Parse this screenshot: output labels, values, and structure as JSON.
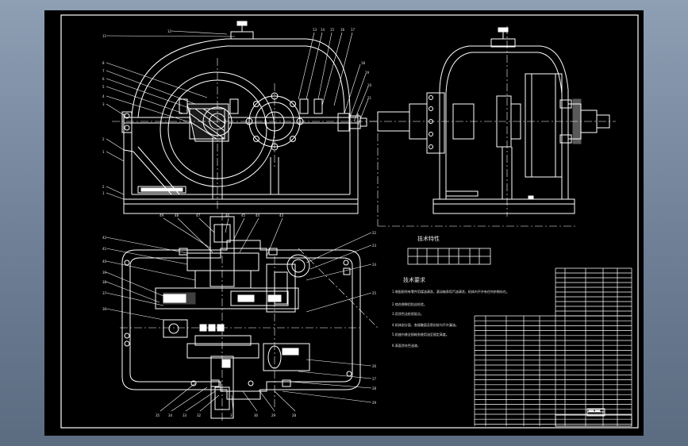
{
  "viewport": {
    "background_top": "#8e9fb4",
    "background_bottom": "#5b6b80",
    "drawing_background": "#000000"
  },
  "colors": {
    "line": "#ffffff",
    "centerline": "#ffffff"
  },
  "drawing": {
    "title_block_label": "技术特性",
    "technical_requirements_title": "技术要求",
    "requirements": [
      "1.装配前所有零件用煤油清洗，滚动轴承用汽油清洗，机体内不许有任何杂物存在。",
      "2.啮合侧隙用铅丝检验。",
      "3.用涂色法检验斑点。",
      "4.机体剖分面、各接触面及密封处均不许漏油。",
      "5.机座内装全损耗系统用油至规定高度。",
      "6.表面涂灰色油漆。"
    ]
  }
}
